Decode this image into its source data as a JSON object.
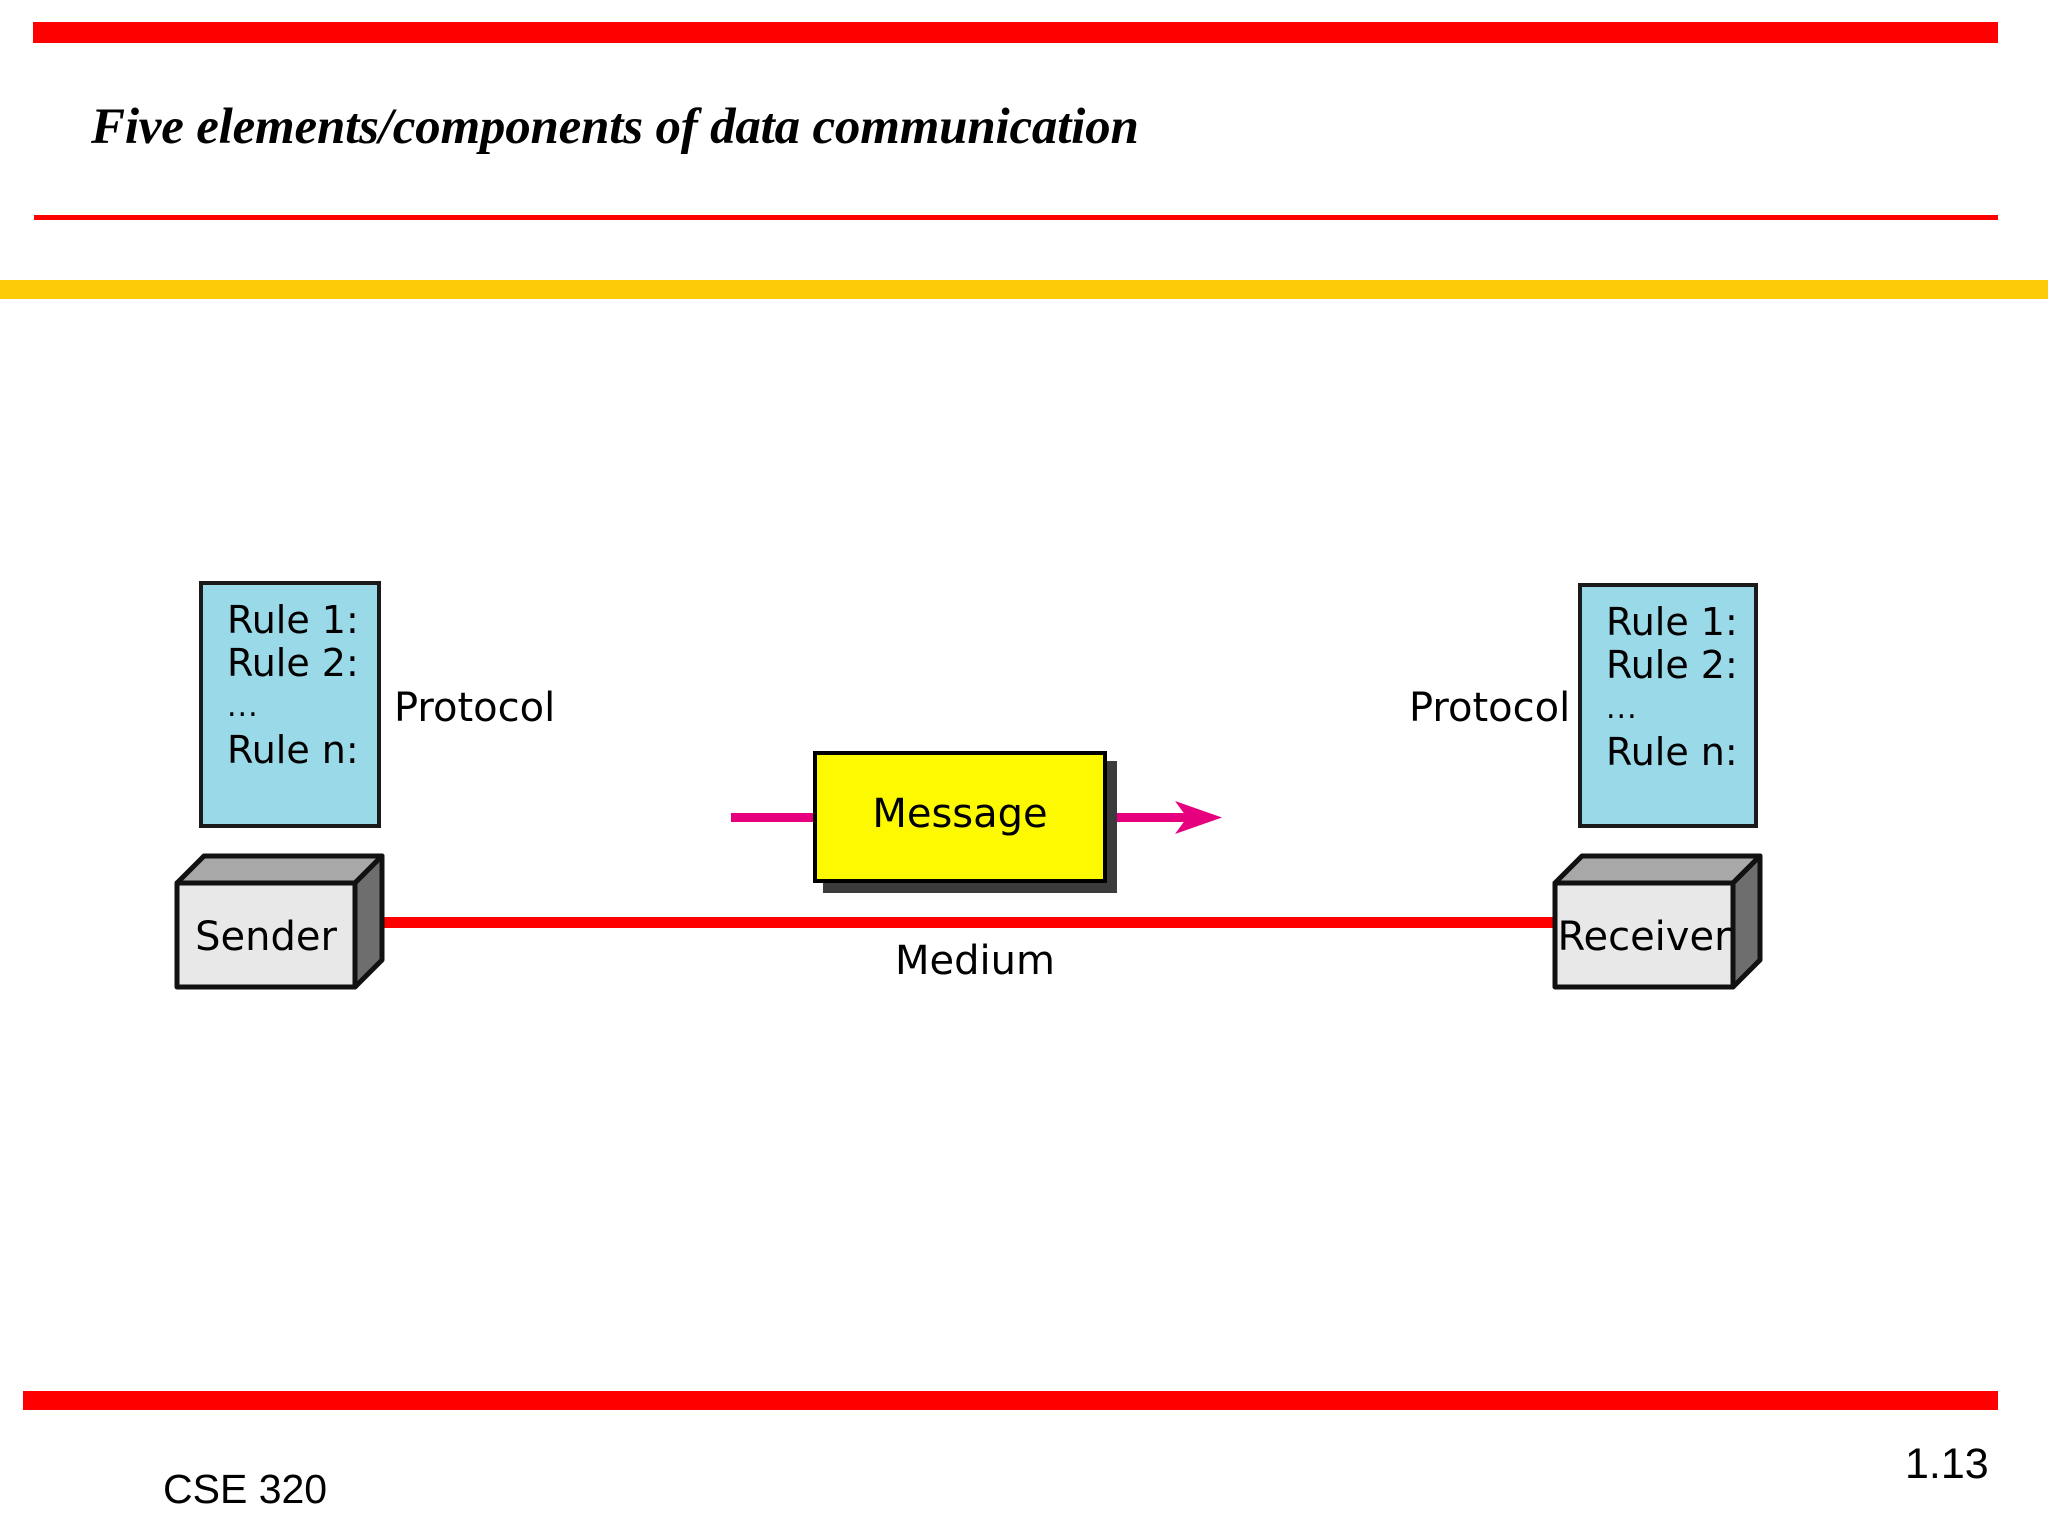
{
  "slide": {
    "title": "Five elements/components of data communication",
    "page_number": "1.13",
    "course_code": "CSE 320",
    "colors": {
      "accent_red": "#fe0000",
      "accent_yellow": "#fdcc08",
      "protocol_box_fill": "#9ad9e8",
      "message_box_fill": "#fdf900",
      "arrow_magenta": "#e6007e",
      "device_front_fill": "#e8e8e8",
      "device_top_fill": "#a8a8a8",
      "device_side_fill": "#6e6e6e"
    }
  },
  "diagram": {
    "protocol_left": {
      "label": "Protocol",
      "rules": [
        "Rule 1:",
        "Rule 2:",
        "...",
        "Rule n:"
      ]
    },
    "protocol_right": {
      "label": "Protocol",
      "rules": [
        "Rule 1:",
        "Rule 2:",
        "...",
        "Rule n:"
      ]
    },
    "sender": {
      "label": "Sender"
    },
    "receiver": {
      "label": "Receiver"
    },
    "message": {
      "label": "Message"
    },
    "medium": {
      "label": "Medium"
    }
  }
}
